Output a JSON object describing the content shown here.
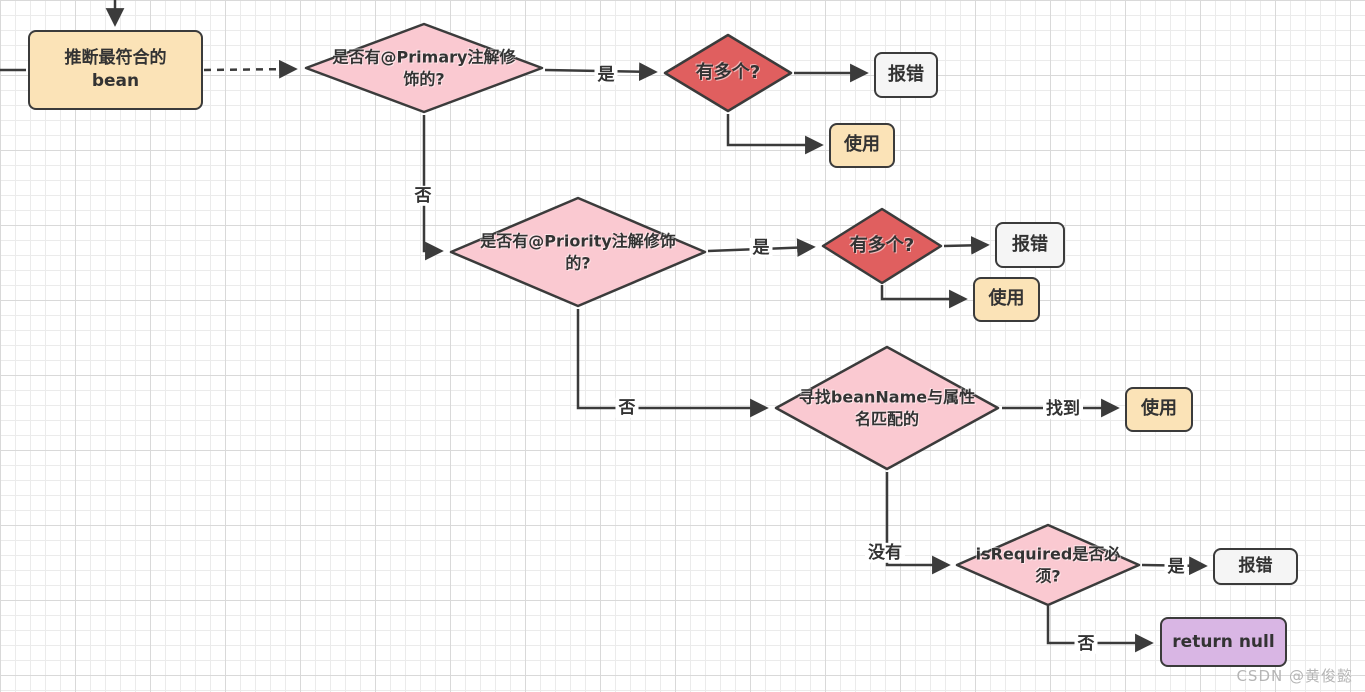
{
  "nodes": {
    "start": {
      "label": "推断最符合的\nbean"
    },
    "primary_check": {
      "label": "是否有@Primary注解修\n饰的?"
    },
    "multiple1": {
      "label": "有多个?"
    },
    "error1": {
      "label": "报错"
    },
    "use1": {
      "label": "使用"
    },
    "priority_check": {
      "label": "是否有@Priority注解修饰\n的?"
    },
    "multiple2": {
      "label": "有多个?"
    },
    "error2": {
      "label": "报错"
    },
    "use2": {
      "label": "使用"
    },
    "beanname_match": {
      "label": "寻找beanName与属性\n名匹配的"
    },
    "use3": {
      "label": "使用"
    },
    "isrequired": {
      "label": "isRequired是否必\n须?"
    },
    "error3": {
      "label": "报错"
    },
    "return_null": {
      "label": "return null"
    }
  },
  "edge_labels": {
    "yes1": "是",
    "no1": "否",
    "yes2": "是",
    "no2": "否",
    "found": "找到",
    "none_found": "没有",
    "yes3": "是",
    "no3": "否"
  },
  "colors": {
    "line": "#3b3b3b",
    "process_fill": "#FBE3B7",
    "decision_fill": "#FAC9D1",
    "warning_fill": "#E05F5F",
    "error_fill": "#F5F5F5",
    "return_fill": "#D9B6E4",
    "grid_minor": "#ebebeb",
    "grid_major": "#d9d9d9"
  },
  "watermark": "CSDN @黄俊懿"
}
